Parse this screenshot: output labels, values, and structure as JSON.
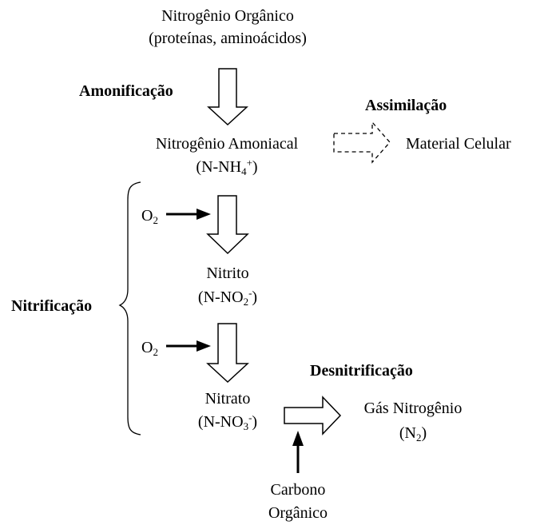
{
  "nodes": {
    "organic_nitrogen": {
      "line1": "Nitrogênio Orgânico",
      "line2": "(proteínas, aminoácidos)"
    },
    "ammonia_nitrogen": {
      "line1": "Nitrogênio Amoniacal",
      "formula_prefix": "(N-NH",
      "formula_sub": "4",
      "formula_sup": "+",
      "formula_suffix": ")"
    },
    "cell_material": {
      "label": "Material Celular"
    },
    "nitrite": {
      "line1": "Nitrito",
      "formula_prefix": "(N-NO",
      "formula_sub": "2",
      "formula_sup": "-",
      "formula_suffix": ")"
    },
    "nitrate": {
      "line1": "Nitrato",
      "formula_prefix": "(N-NO",
      "formula_sub": "3",
      "formula_sup": "-",
      "formula_suffix": ")"
    },
    "nitrogen_gas": {
      "line1": "Gás Nitrogênio",
      "formula_prefix": "(N",
      "formula_sub": "2",
      "formula_suffix": ")"
    },
    "organic_carbon": {
      "line1": "Carbono",
      "line2": "Orgânico"
    }
  },
  "processes": {
    "ammonification": "Amonificação",
    "assimilation": "Assimilação",
    "nitrification": "Nitrificação",
    "denitrification": "Desnitrificação"
  },
  "inputs": {
    "oxygen_1": {
      "prefix": "O",
      "sub": "2"
    },
    "oxygen_2": {
      "prefix": "O",
      "sub": "2"
    }
  }
}
